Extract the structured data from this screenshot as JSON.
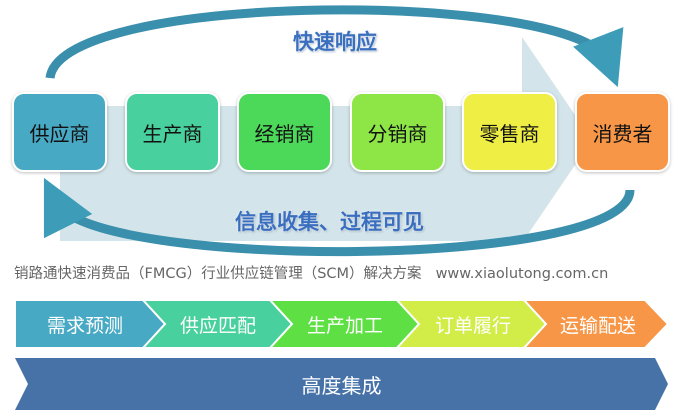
{
  "top_banner": "快速响应",
  "bottom_banner": "信息收集、过程可见",
  "chain": [
    {
      "label": "供应商",
      "color": "#48a9c5"
    },
    {
      "label": "生产商",
      "color": "#48d19e"
    },
    {
      "label": "经销商",
      "color": "#4cd95a"
    },
    {
      "label": "分销商",
      "color": "#8ee646"
    },
    {
      "label": "零售商",
      "color": "#eeee44"
    },
    {
      "label": "消费者",
      "color": "#f79646"
    }
  ],
  "caption": {
    "text": "销路通快速消费品（FMCG）行业供应链管理（SCM）解决方案",
    "url": "www.xiaolutong.com.cn"
  },
  "process": [
    {
      "label": "需求预测",
      "color": "#48a9c5"
    },
    {
      "label": "供应匹配",
      "color": "#48d19e"
    },
    {
      "label": "生产加工",
      "color": "#5ee044"
    },
    {
      "label": "订单履行",
      "color": "#d2ec48"
    },
    {
      "label": "运输配送",
      "color": "#f79646"
    }
  ],
  "integration": {
    "label": "高度集成",
    "color": "#4672a8"
  }
}
